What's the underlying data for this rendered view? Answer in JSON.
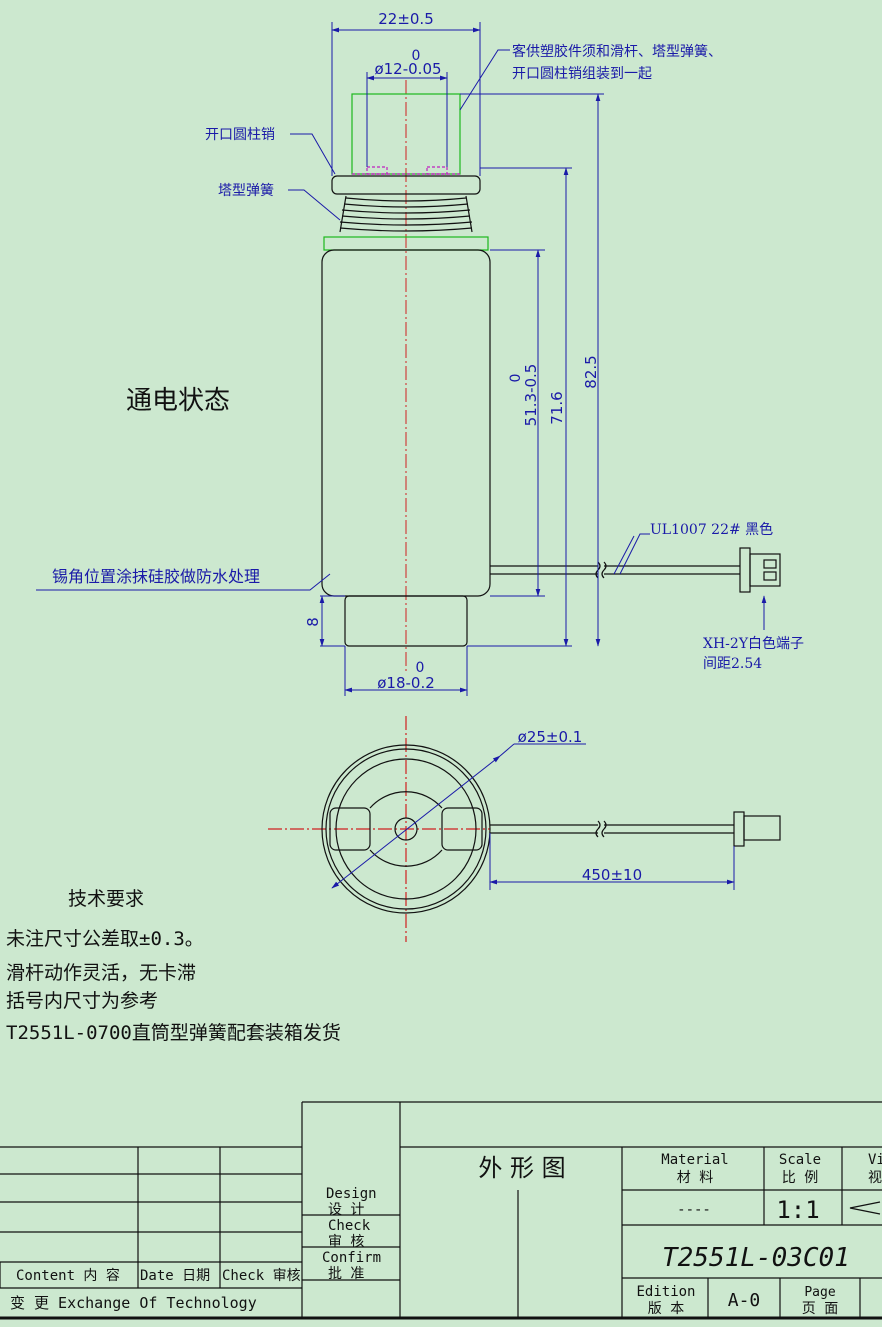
{
  "annotations": {
    "dim_width": "22±0.5",
    "dim_tol_top": "0",
    "dim_shaft": "ø12-0.05",
    "note_assembly_1": "客供塑胶件须和滑杆、塔型弹簧、",
    "note_assembly_2": "开口圆柱销组装到一起",
    "pin_label": "开口圆柱销",
    "spring_label": "塔型弹簧",
    "state_label": "通电状态",
    "dim_body_tol": "0",
    "dim_body": "51.3-0.5",
    "dim_71": "71.6",
    "dim_825": "82.5",
    "cable_label": "UL1007 22# 黑色",
    "seal_note": "锡角位置涂抹硅胶做防水处理",
    "dim_8": "8",
    "dim_base_tol": "0",
    "dim_base": "ø18-0.2",
    "connector_label_1": "XH-2Y白色端子",
    "connector_label_2": "间距2.54",
    "dim_dia25": "ø25±0.1",
    "dim_cable": "450±10"
  },
  "requirements": {
    "heading": "技术要求",
    "items": [
      "未注尺寸公差取±0.3。",
      "滑杆动作灵活，无卡滞",
      "括号内尺寸为参考",
      "T2551L-0700直筒型弹簧配套装箱发货"
    ]
  },
  "title_block": {
    "drawing_title": "外 形 图",
    "material_en": "Material",
    "material_cn": "材 料",
    "material_value": "----",
    "scale_en": "Scale",
    "scale_cn": "比 例",
    "scale_value": "1:1",
    "view_en": "Vi",
    "view_cn": "视",
    "part_number": "T2551L-03C01",
    "edition_en": "Edition",
    "edition_cn": "版 本",
    "edition_value": "A-0",
    "page_en": "Page",
    "page_cn": "页 面",
    "design_en": "Design",
    "design_cn": "设 计",
    "check_en": "Check",
    "check_cn": "审 核",
    "confirm_en": "Confirm",
    "confirm_cn": "批 准",
    "col_content": "Content 内 容",
    "col_date": "Date 日期",
    "col_check": "Check 审核",
    "change_label": "变 更  Exchange Of Technology"
  }
}
